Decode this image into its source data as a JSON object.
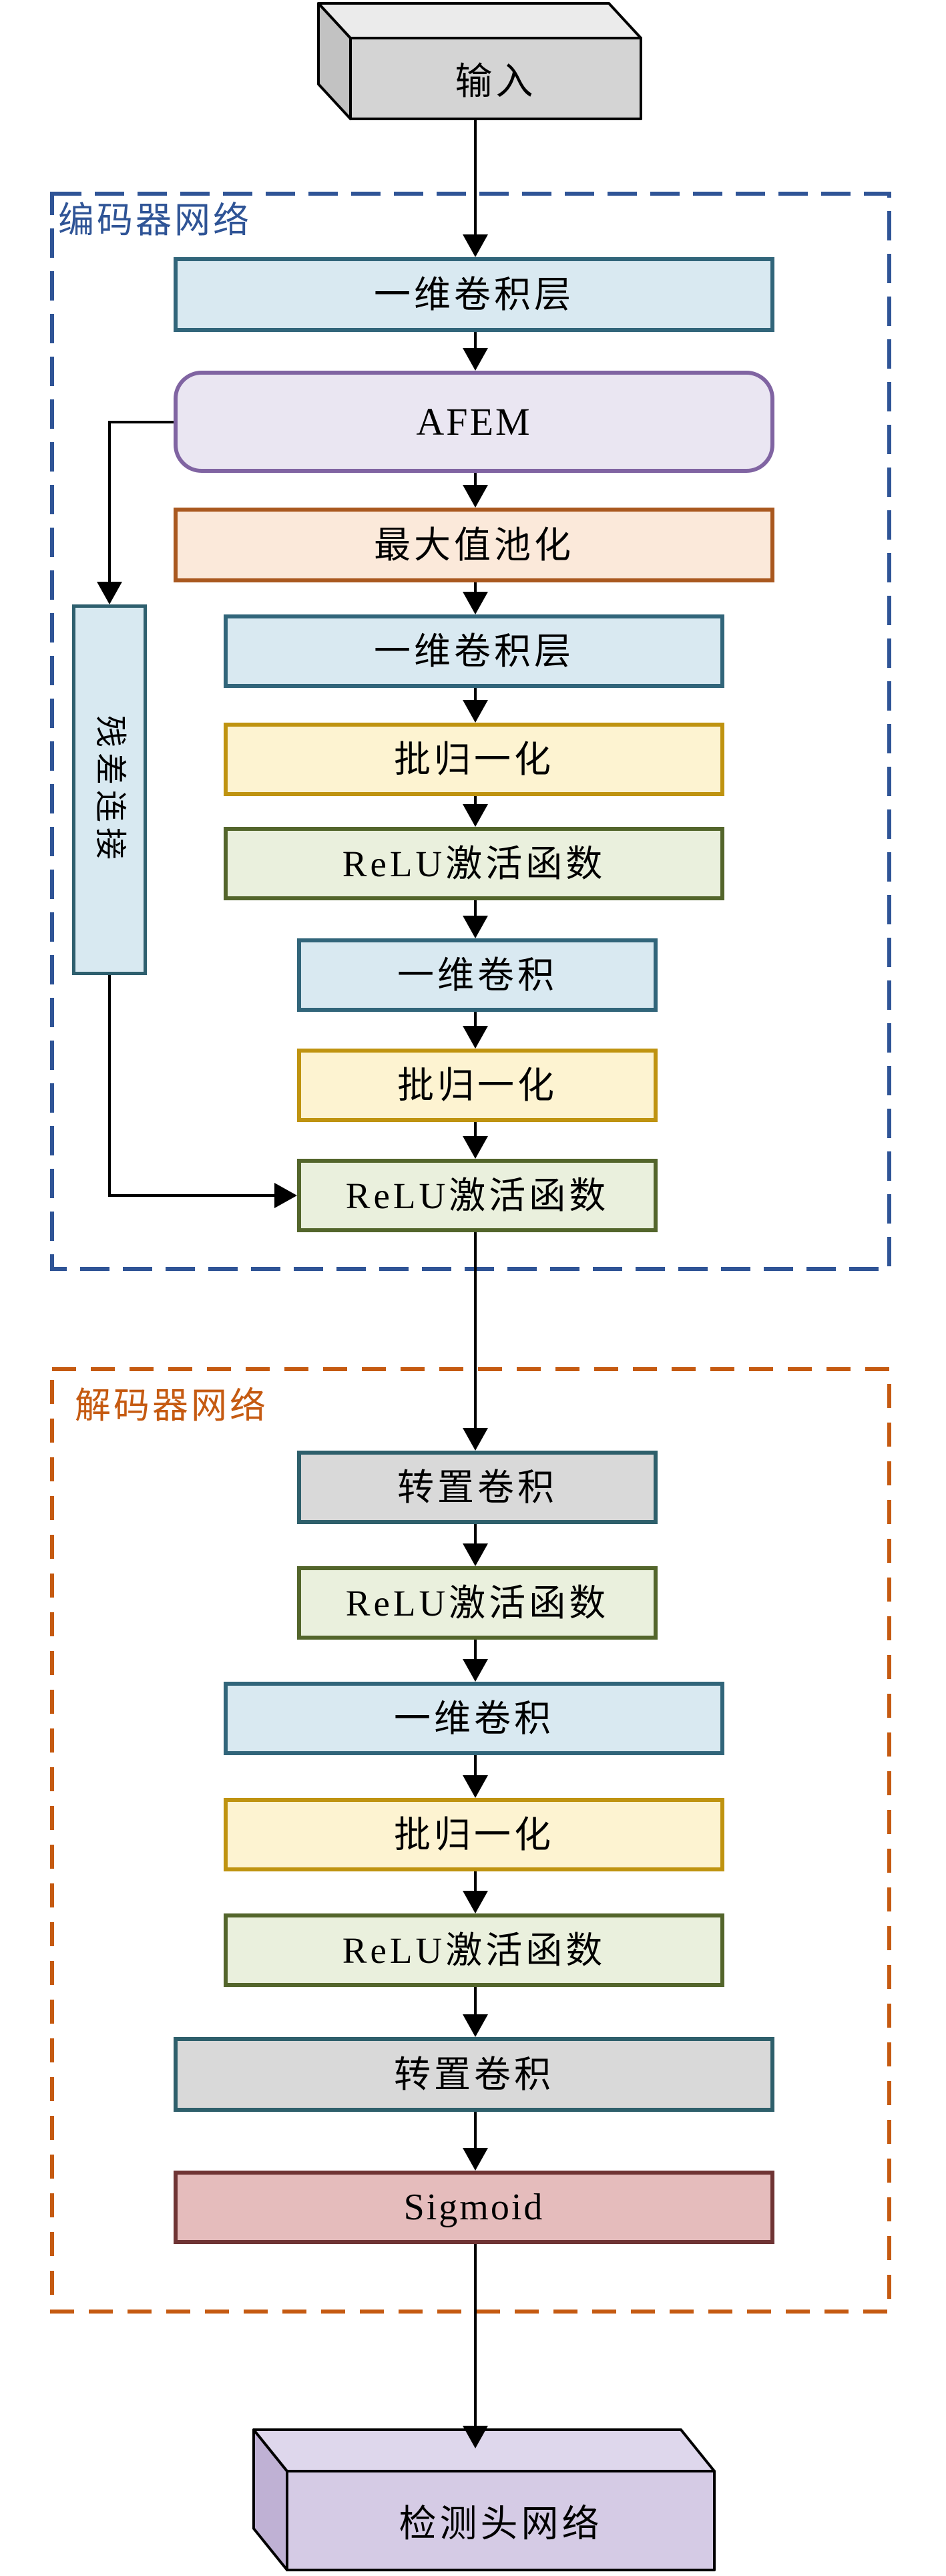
{
  "palette": {
    "arrow": "#000000",
    "encoder_dash": "#2f5496",
    "decoder_dash": "#c55a11",
    "conv_fill": "#d9e9f1",
    "conv_border": "#31657a",
    "afem_fill": "#eae6f2",
    "afem_border": "#8064a2",
    "maxpool_fill": "#fbe9da",
    "maxpool_border": "#a9581f",
    "bn_fill": "#fdf3d1",
    "bn_border": "#bf9310",
    "relu_fill": "#eaf0dd",
    "relu_border": "#53652b",
    "tconv_fill": "#d9d9d9",
    "tconv_border": "#2e5f6b",
    "sigmoid_fill": "#e5bcbc",
    "sigmoid_border": "#6f3434",
    "residual_fill": "#d8e9f1",
    "residual_border": "#2e5f6e",
    "input_front": "#d4d4d4",
    "input_top": "#ebebeb",
    "input_side": "#c2c2c2",
    "head_front": "#d5cbe5",
    "head_top": "#ded7ec",
    "head_side": "#bfb1d4"
  },
  "zones": {
    "encoder_title": "编码器网络",
    "decoder_title": "解码器网络"
  },
  "nodes": {
    "input": {
      "label": "输入"
    },
    "enc_conv1": {
      "label": "一维卷积层"
    },
    "afem": {
      "label": "AFEM"
    },
    "maxpool": {
      "label": "最大值池化"
    },
    "enc_conv2": {
      "label": "一维卷积层"
    },
    "enc_bn1": {
      "label": "批归一化"
    },
    "enc_relu1": {
      "label": "ReLU激活函数"
    },
    "enc_conv3": {
      "label": "一维卷积"
    },
    "enc_bn2": {
      "label": "批归一化"
    },
    "enc_relu2": {
      "label": "ReLU激活函数"
    },
    "residual": {
      "label": "残差连接"
    },
    "dec_tconv1": {
      "label": "转置卷积"
    },
    "dec_relu1": {
      "label": "ReLU激活函数"
    },
    "dec_conv1": {
      "label": "一维卷积"
    },
    "dec_bn1": {
      "label": "批归一化"
    },
    "dec_relu2": {
      "label": "ReLU激活函数"
    },
    "dec_tconv2": {
      "label": "转置卷积"
    },
    "sigmoid": {
      "label": "Sigmoid"
    },
    "head": {
      "label": "检测头网络"
    }
  }
}
